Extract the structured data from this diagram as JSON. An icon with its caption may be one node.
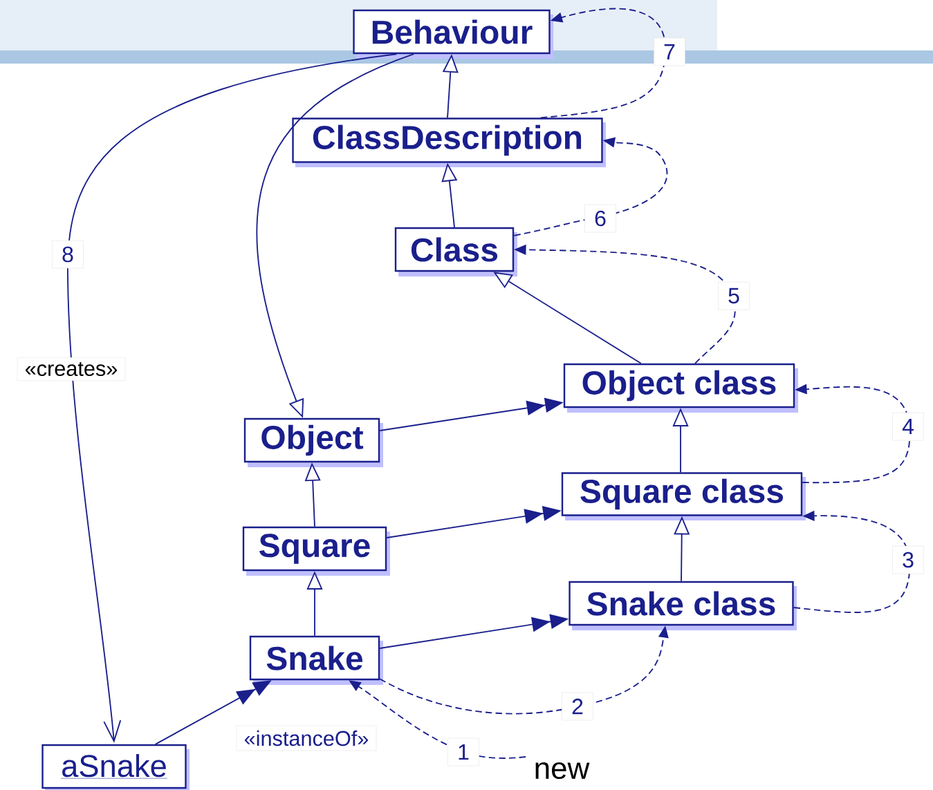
{
  "diagram": {
    "nodes": [
      {
        "text": [
          "Behaviour"
        ]
      },
      {
        "text": [
          "ClassDescription"
        ]
      },
      {
        "text": [
          "Class"
        ]
      },
      {
        "text": [
          "Object class"
        ]
      },
      {
        "text": [
          "Object"
        ]
      },
      {
        "text": [
          "Square class"
        ]
      },
      {
        "text": [
          "Square"
        ]
      },
      {
        "text": [
          "Snake class"
        ]
      },
      {
        "text": [
          "Snake"
        ]
      },
      {
        "text": [
          "aSnake"
        ]
      },
      {
        "text": [
          "new"
        ]
      }
    ],
    "edges": [
      {
        "from": 1,
        "to": 0,
        "arrow": "to"
      },
      {
        "from": 2,
        "to": 1,
        "arrow": "to"
      },
      {
        "from": 3,
        "to": 2,
        "arrow": "to"
      },
      {
        "from": 0,
        "to": 4,
        "arrow": "to"
      },
      {
        "from": 5,
        "to": 3,
        "arrow": "to"
      },
      {
        "from": 6,
        "to": 4,
        "arrow": "to"
      },
      {
        "from": 7,
        "to": 5,
        "arrow": "to"
      },
      {
        "from": 8,
        "to": 6,
        "arrow": "to"
      },
      {
        "from": 4,
        "to": 3,
        "arrow": "to"
      },
      {
        "from": 6,
        "to": 5,
        "arrow": "to"
      },
      {
        "from": 8,
        "to": 7,
        "arrow": "to"
      },
      {
        "from": 9,
        "to": 8,
        "arrow": "to",
        "label": "«instanceOf»"
      },
      {
        "from": 0,
        "to": 9,
        "arrow": "to",
        "label": "8"
      },
      {
        "from": 10,
        "to": 8,
        "arrow": "to",
        "label": "1",
        "style": "dashed"
      },
      {
        "from": 8,
        "to": 7,
        "arrow": "to",
        "label": "2",
        "style": "dashed"
      },
      {
        "from": 7,
        "to": 5,
        "arrow": "to",
        "label": "3",
        "style": "dashed"
      },
      {
        "from": 5,
        "to": 3,
        "arrow": "to",
        "label": "4",
        "style": "dashed"
      },
      {
        "from": 3,
        "to": 2,
        "arrow": "to",
        "label": "5",
        "style": "dashed"
      },
      {
        "from": 2,
        "to": 1,
        "arrow": "to",
        "label": "6",
        "style": "dashed"
      },
      {
        "from": 1,
        "to": 0,
        "arrow": "to",
        "label": "7",
        "style": "dashed"
      }
    ],
    "labels": [
      "«creates»"
    ]
  }
}
